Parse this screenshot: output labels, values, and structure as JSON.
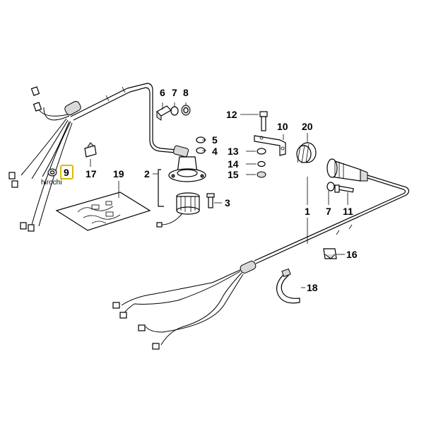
{
  "callouts": {
    "c1": "1",
    "c2": "2",
    "c3": "3",
    "c4": "4",
    "c5": "5",
    "c6": "6",
    "c7a": "7",
    "c7b": "7",
    "c8": "8",
    "c9": "9",
    "c10": "10",
    "c11": "11",
    "c12": "12",
    "c13": "13",
    "c14": "14",
    "c15": "15",
    "c16": "16",
    "c17": "17",
    "c18": "18",
    "c19": "19",
    "c20": "20"
  },
  "watermark": "hirochi",
  "highlight_color": "#e0b800"
}
